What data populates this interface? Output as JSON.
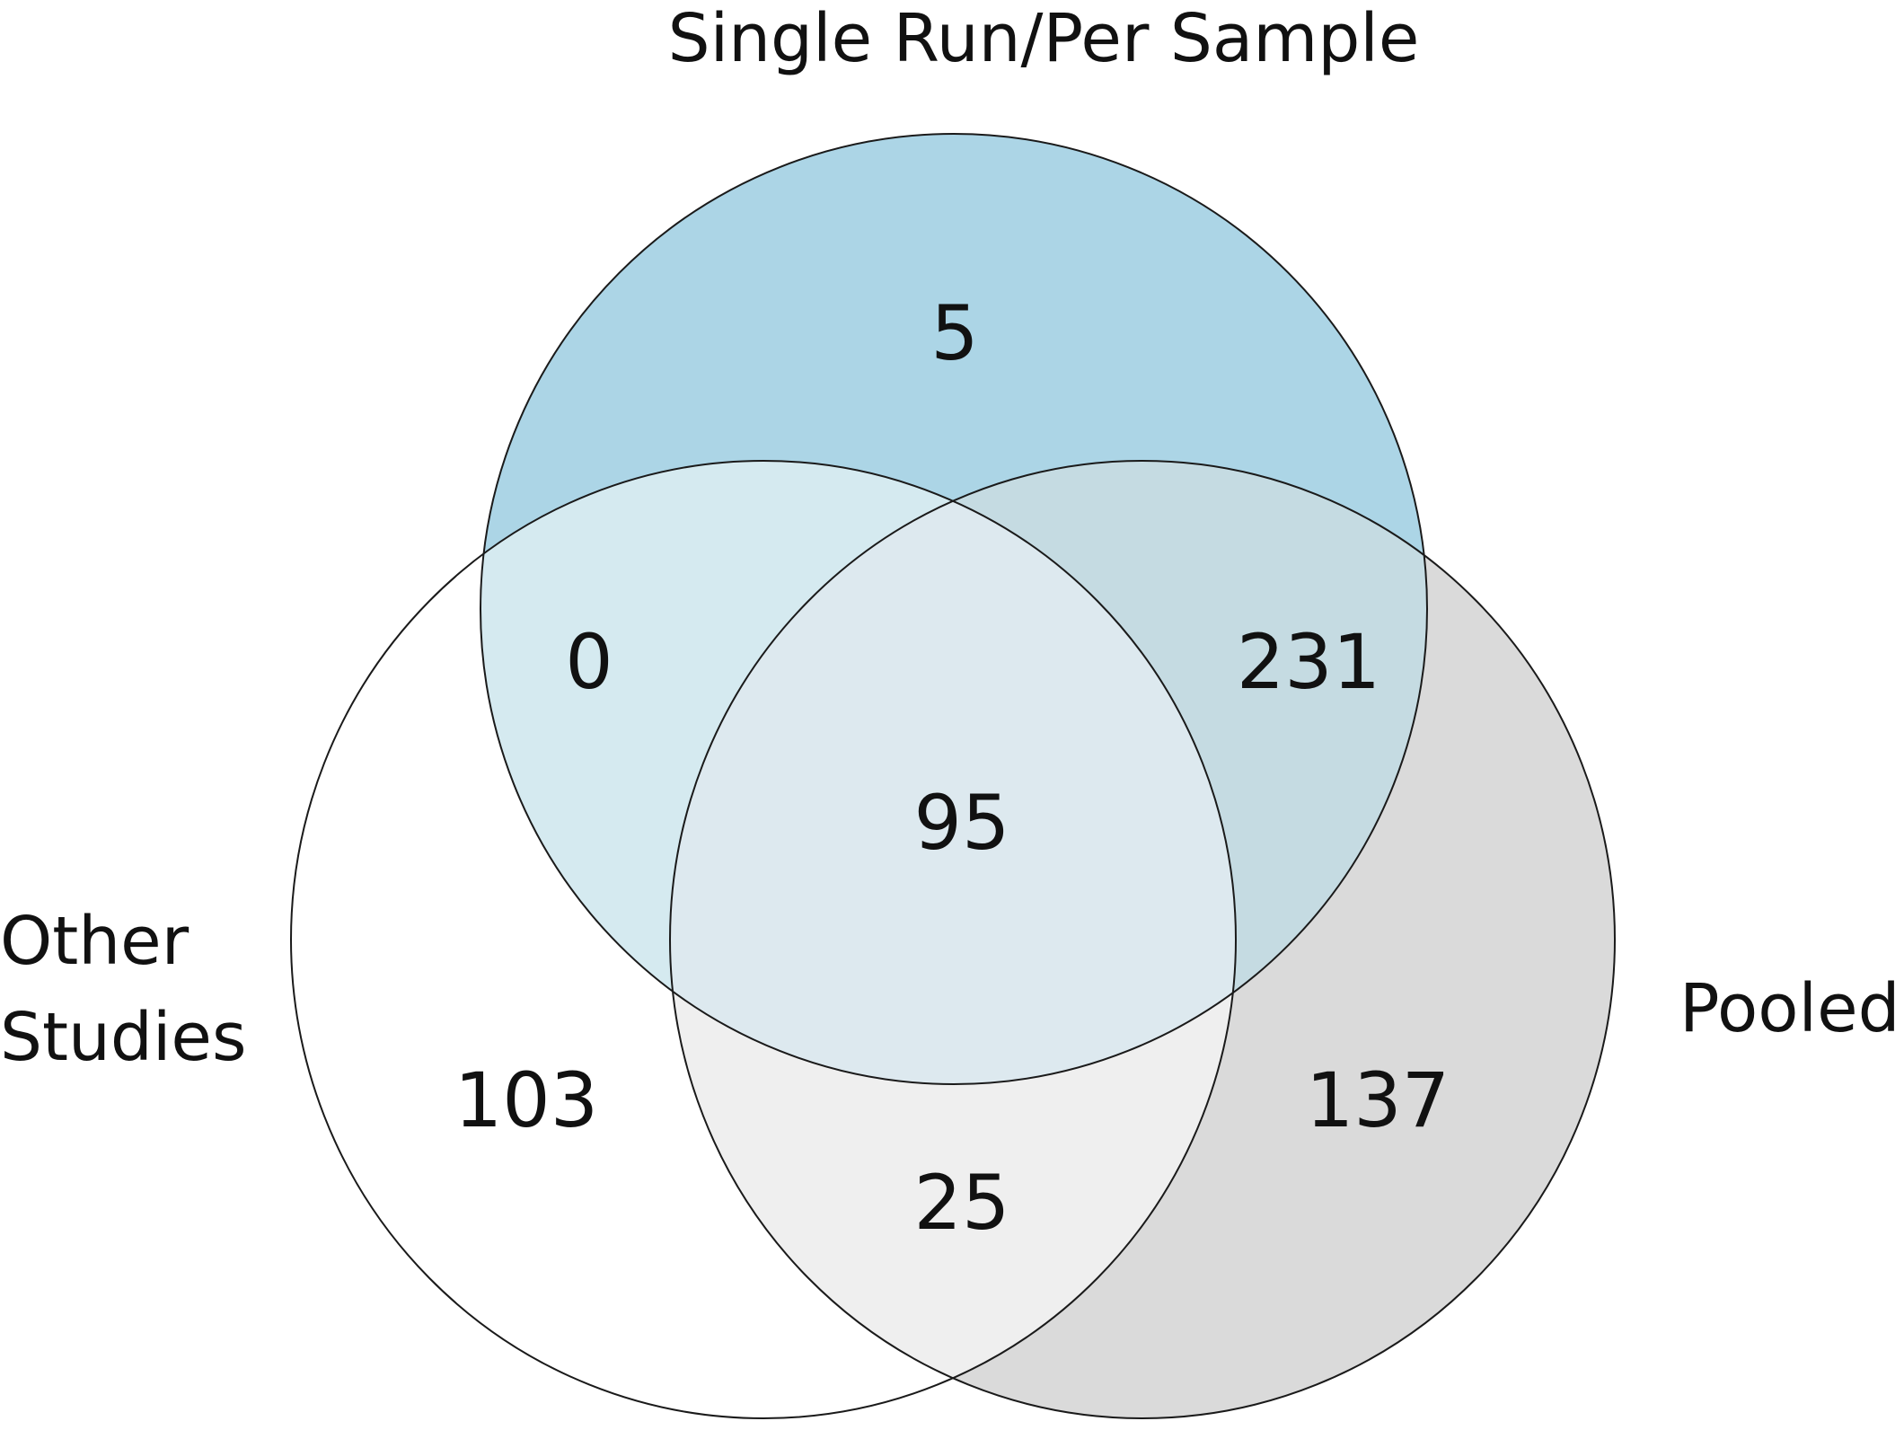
{
  "title": "Single Run/Per Sample",
  "sets": {
    "single_run": {
      "label": "Single Run/Per Sample",
      "color": "#acd5e6"
    },
    "other_studies": {
      "label_line1": "Other",
      "label_line2": "Studies"
    },
    "pooled": {
      "label": "Pooled",
      "color": "#dadada"
    }
  },
  "regions": {
    "single_only": "5",
    "single_other": "0",
    "single_pooled": "231",
    "all_three": "95",
    "other_only": "103",
    "pooled_only": "137",
    "other_pooled": "25"
  },
  "colors": {
    "single_only": "#acd5e6",
    "single_other": "#d5eaf0",
    "single_pooled": "#c5dbe2",
    "all_three": "#dde9ef",
    "other_only": "#ffffff",
    "other_pooled": "#efefef",
    "pooled_only": "#dadada",
    "outline": "#1a1a1a"
  },
  "chart_data": {
    "type": "venn",
    "title": "",
    "sets": [
      "Single Run/Per Sample",
      "Other Studies",
      "Pooled"
    ],
    "regions": [
      {
        "sets": [
          "Single Run/Per Sample"
        ],
        "value": 5
      },
      {
        "sets": [
          "Other Studies"
        ],
        "value": 103
      },
      {
        "sets": [
          "Pooled"
        ],
        "value": 137
      },
      {
        "sets": [
          "Single Run/Per Sample",
          "Other Studies"
        ],
        "value": 0
      },
      {
        "sets": [
          "Single Run/Per Sample",
          "Pooled"
        ],
        "value": 231
      },
      {
        "sets": [
          "Other Studies",
          "Pooled"
        ],
        "value": 25
      },
      {
        "sets": [
          "Single Run/Per Sample",
          "Other Studies",
          "Pooled"
        ],
        "value": 95
      }
    ]
  }
}
